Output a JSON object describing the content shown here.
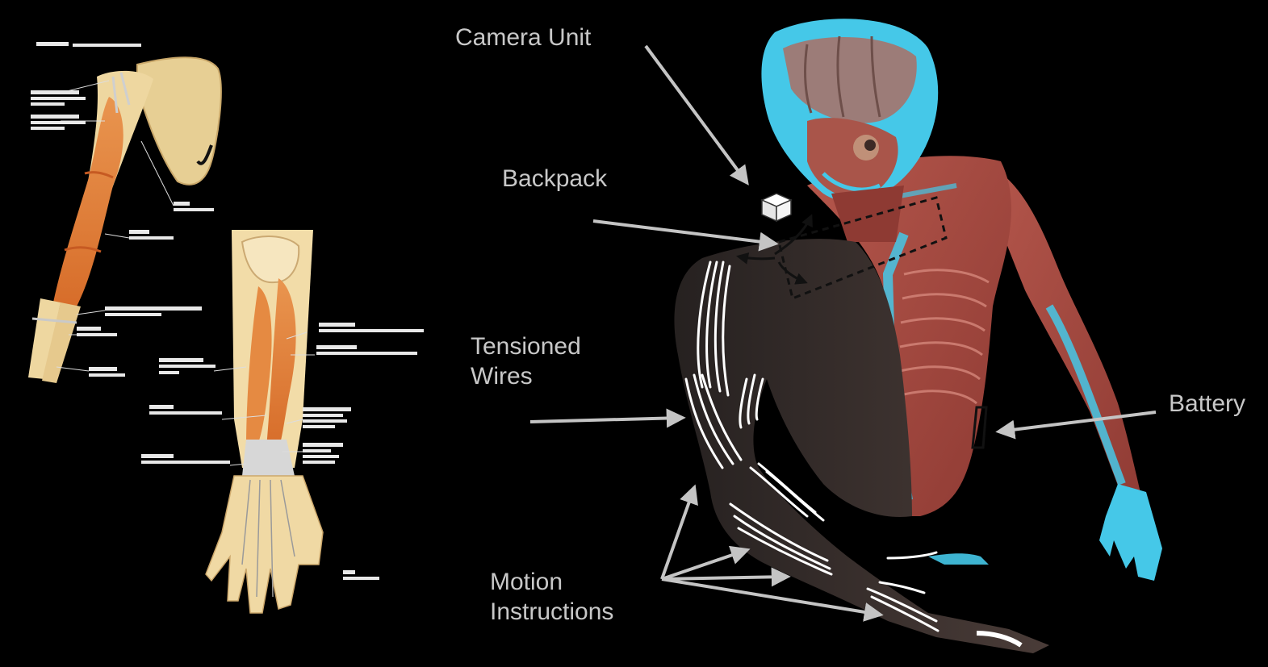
{
  "colors": {
    "background": "#000000",
    "label_text": "#c8c8c8",
    "arrow": "#c4c4c4",
    "muscle": "#a8443a",
    "muscle_orange": "#e8833f",
    "bone": "#e8d09a",
    "tendon_cyan": "#45c8e8",
    "skin_dark": "#2c2624",
    "wire": "#ffffff"
  },
  "labels": {
    "camera_unit": "Camera Unit",
    "backpack": "Backpack",
    "tensioned_wires": [
      "Tensioned",
      "Wires"
    ],
    "battery": "Battery",
    "motion_instructions": [
      "Motion",
      "Instructions"
    ]
  },
  "icons": [
    "camera-unit-icon",
    "backpack-outline-icon",
    "battery-outline-icon",
    "rotation-arrow-icon"
  ]
}
